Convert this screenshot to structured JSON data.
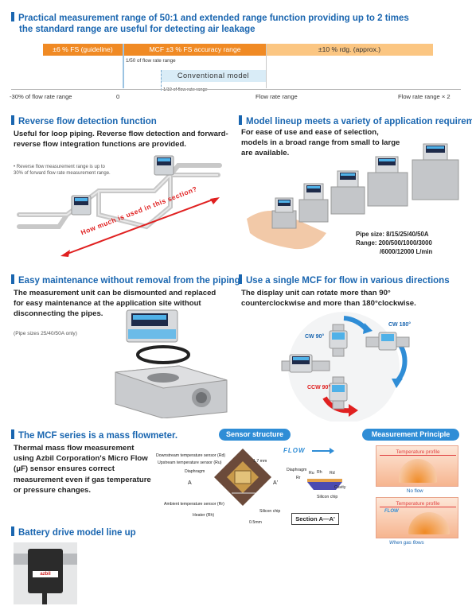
{
  "top": {
    "title_line1": "Practical measurement range of 50:1 and extended range function providing up to 2 times",
    "title_line2": "the standard range are useful for detecting air leakage",
    "seg_guideline": "±6 % FS (guideline)",
    "seg_accuracy": "MCF ±3 % FS accuracy range",
    "seg_rdg": "±10 % rdg. (approx.)",
    "sub_150": "1/50 of flow rate range",
    "conventional": "Conventional model",
    "sub_110": "1/10 of flow rate range",
    "axis_neg30": "-30% of flow rate range",
    "axis_zero": "0",
    "axis_range": "Flow rate range",
    "axis_x2": "Flow rate range × 2",
    "colors": {
      "orange": "#f08a24",
      "light_orange": "#fbc682",
      "pale_blue": "#d9ecf7",
      "blue": "#1a66b0"
    }
  },
  "reverse": {
    "heading": "Reverse flow detection function",
    "body": "Useful for loop piping. Reverse flow detection and forward-reverse flow integration functions are provided.",
    "note": "• Reverse flow measurement range is up to 30% of forward flow rate measurement range.",
    "arrow_label": "How much is used in this section?"
  },
  "lineup": {
    "heading": "Model lineup meets a variety of application requirements",
    "body": "For ease of use and ease of selection, models in a broad range from small to large are available.",
    "pipe_size": "Pipe size: 8/15/25/40/50A",
    "range_line1": "Range: 200/500/1000/3000",
    "range_line2": "/6000/12000 L/min"
  },
  "maintenance": {
    "heading": "Easy maintenance without removal from the piping",
    "body": "The measurement unit can be dismounted and replaced for easy maintenance at the application site without disconnecting the pipes.",
    "note": "(Pipe sizes 25/40/50A only)"
  },
  "directions": {
    "heading": "Use a single MCF for flow in various directions",
    "body": "The display unit can rotate more than 90° counterclockwise and more than 180°clockwise.",
    "cw90": "CW 90°",
    "cw180": "CW 180°",
    "ccw90": "CCW 90°"
  },
  "mass": {
    "heading": "The MCF series is a mass flowmeter.",
    "body": "Thermal mass flow measurement using Azbil Corporation's Micro Flow (μF) sensor ensures correct measurement even if gas temperature or pressure changes.",
    "sensor_pill": "Sensor structure",
    "principle_pill": "Measurement Principle",
    "lbl_downstream": "Downstream temperature sensor (Rd)",
    "lbl_upstream": "Upstream temperature sensor (Ru)",
    "lbl_diaphragm": "Diaphragm",
    "lbl_a": "A",
    "lbl_a_prime": "A'",
    "lbl_ambient": "Ambient temperature sensor (Rr)",
    "lbl_heater": "Heater (Rh)",
    "lbl_silicon": "Silicon chip",
    "lbl_17mm": "1.7 mm",
    "lbl_05mm": "0.5mm",
    "flow": "FLOW",
    "sec_diaphragm": "Diaphragm",
    "sec_rr": "Rr",
    "sec_ru": "Ru",
    "sec_rh": "Rh",
    "sec_rd": "Rd",
    "sec_cavity": "Cavity",
    "sec_silicon": "Silicon chip",
    "section_label": "Section A—A'",
    "temp_profile": "Temperature profile",
    "no_flow": "No flow",
    "temp_profile2": "Temperature profile",
    "flow2": "FLOW",
    "when_gas_flows": "When gas flows"
  },
  "battery": {
    "heading": "Battery drive model line up",
    "brand": "azbil"
  }
}
